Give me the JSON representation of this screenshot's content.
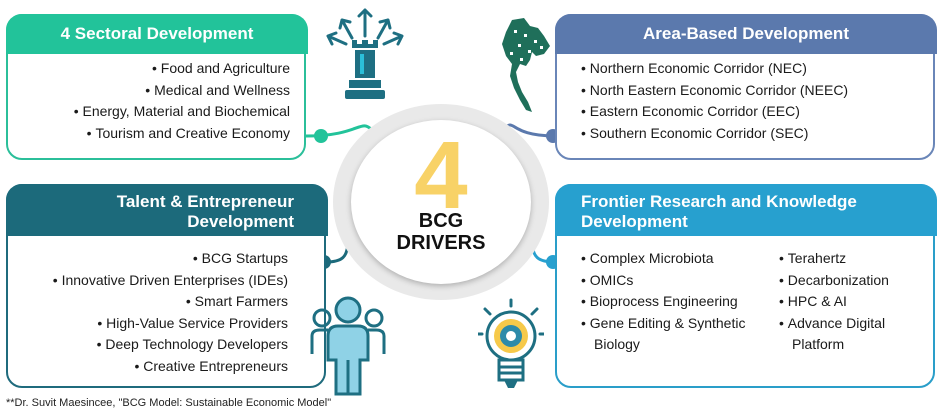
{
  "panels": {
    "sectoral": {
      "title": "4 Sectoral Development",
      "items": [
        "Food and Agriculture",
        "Medical and Wellness",
        "Energy, Material and Biochemical",
        "Tourism and Creative Economy"
      ]
    },
    "area": {
      "title": "Area-Based Development",
      "items": [
        "Northern Economic Corridor (NEC)",
        "North Eastern Economic Corridor (NEEC)",
        "Eastern Economic Corridor (EEC)",
        "Southern Economic Corridor (SEC)"
      ]
    },
    "talent": {
      "title_line1": "Talent & Entrepreneur",
      "title_line2": "Development",
      "items": [
        "BCG Startups",
        "Innovative Driven Enterprises (IDEs)",
        "Smart Farmers",
        "High-Value Service Providers",
        "Deep Technology Developers",
        "Creative Entrepreneurs"
      ]
    },
    "frontier": {
      "title_line1": "Frontier Research and Knowledge",
      "title_line2": "Development",
      "col1": [
        "Complex Microbiota",
        "OMICs",
        "Bioprocess Engineering",
        "Gene Editing & Synthetic"
      ],
      "col1_wrap": "Biology",
      "col2": [
        "Terahertz",
        "Decarbonization",
        "HPC & AI",
        "Advance Digital"
      ],
      "col2_wrap": "Platform"
    }
  },
  "center": {
    "number": "4",
    "line1": "BCG",
    "line2": "DRIVERS"
  },
  "footnote": "**Dr. Suvit Maesincee, \"BCG Model: Sustainable Economic Model\"",
  "icons": {
    "sectoral": "chess-rook-arrows-icon",
    "area": "thailand-map-icon",
    "talent": "people-group-icon",
    "frontier": "lightbulb-gear-icon"
  },
  "colors": {
    "sectoral": "#22c39a",
    "area": "#5b79ad",
    "talent": "#1c6a7b",
    "frontier": "#27a0cf",
    "number": "#f8d267"
  }
}
